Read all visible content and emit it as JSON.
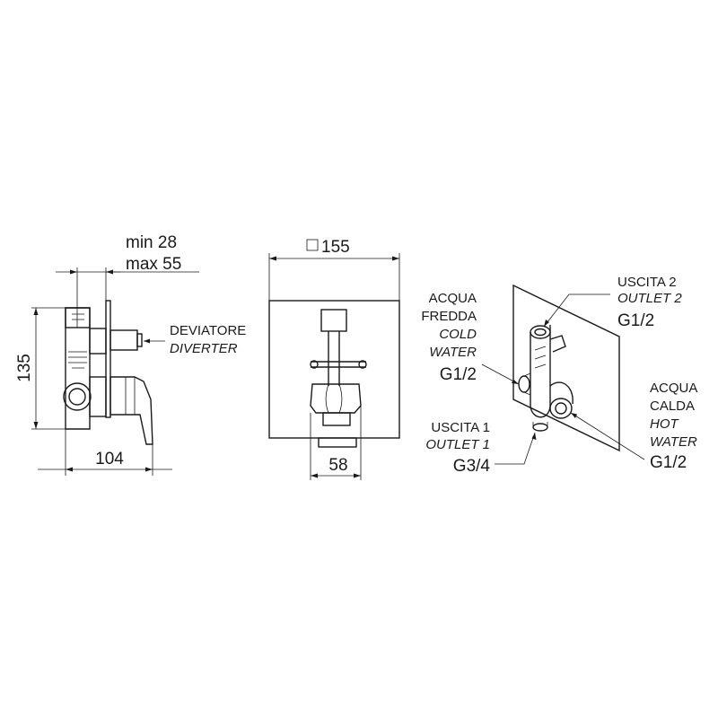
{
  "side_view": {
    "depth_min": "min 28",
    "depth_max": "max 55",
    "height": "135",
    "width": "104",
    "diverter_it": "DEVIATORE",
    "diverter_en": "DIVERTER"
  },
  "front_view": {
    "plate_size": "155",
    "body_width": "58"
  },
  "iso_view": {
    "outlet2_it": "USCITA 2",
    "outlet2_en": "OUTLET 2",
    "outlet2_size": "G1/2",
    "cold_it_1": "ACQUA",
    "cold_it_2": "FREDDA",
    "cold_en_1": "COLD",
    "cold_en_2": "WATER",
    "cold_size": "G1/2",
    "hot_it_1": "ACQUA",
    "hot_it_2": "CALDA",
    "hot_en_1": "HOT",
    "hot_en_2": "WATER",
    "hot_size": "G1/2",
    "outlet1_it": "USCITA 1",
    "outlet1_en": "OUTLET 1",
    "outlet1_size": "G3/4"
  }
}
